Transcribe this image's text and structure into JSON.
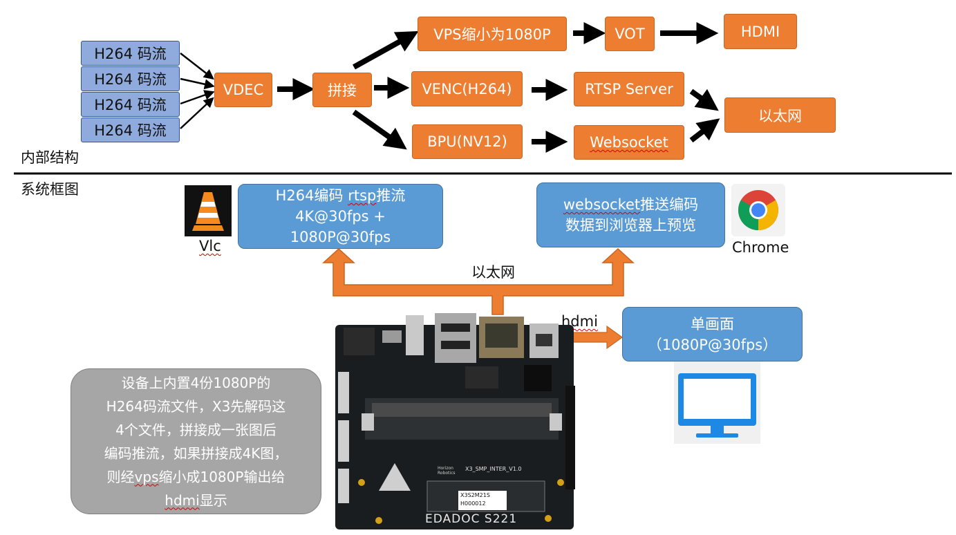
{
  "top": {
    "streams": [
      "H264 码流",
      "H264 码流",
      "H264 码流",
      "H264 码流"
    ],
    "vdec": "VDEC",
    "stitch": "拼接",
    "vps": "VPS缩小为1080P",
    "vot": "VOT",
    "hdmi": "HDMI",
    "venc": "VENC(H264)",
    "rtsp": "RTSP Server",
    "bpu": "BPU(NV12)",
    "websocket": "Websocket",
    "ethernet": "以太网",
    "section_label": "内部结构"
  },
  "bottom": {
    "section_label": "系统框图",
    "vlc_label": "Vlc",
    "rtsp_box_line1_pre": "H264编码 ",
    "rtsp_box_line1_word": "rtsp",
    "rtsp_box_line1_post": "推流",
    "rtsp_box_line2": "4K@30fps +",
    "rtsp_box_line3": "1080P@30fps",
    "ws_box_line1_word": "websocket",
    "ws_box_line1_post": "推送编码",
    "ws_box_line2": "数据到浏览器上预览",
    "chrome_label": "Chrome",
    "ethernet_label": "以太网",
    "hdmi_label": "hdmi",
    "single_line1": "单画面",
    "single_line2": "（1080P@30fps）",
    "note_line1": "设备上内置4份1080P的",
    "note_line2": "H264码流文件，X3先解码这",
    "note_line3": "4个文件，拼接成一张图后",
    "note_line4": "编码推流，如果拼接成4K图，",
    "note_line5_pre": "则经",
    "note_line5_word": "vps",
    "note_line5_post": "缩小成1080P输出给",
    "note_line6_word": "hdmi",
    "note_line6_post": "显示",
    "board_silk_1": "X3_SMP_INTER_V1.0",
    "board_silk_2": "EDADOC S221",
    "board_silk_3": "Horizon Robotics",
    "board_label_1": "X3S2M21S",
    "board_label_2": "H000012"
  },
  "colors": {
    "orange": "#ED7D31",
    "purple": "#8FAADC",
    "blue": "#5B9BD5",
    "gray": "#A6A6A6",
    "black": "#000000"
  },
  "icons": [
    "vlc-cone-icon",
    "chrome-icon",
    "monitor-icon",
    "board-image"
  ]
}
